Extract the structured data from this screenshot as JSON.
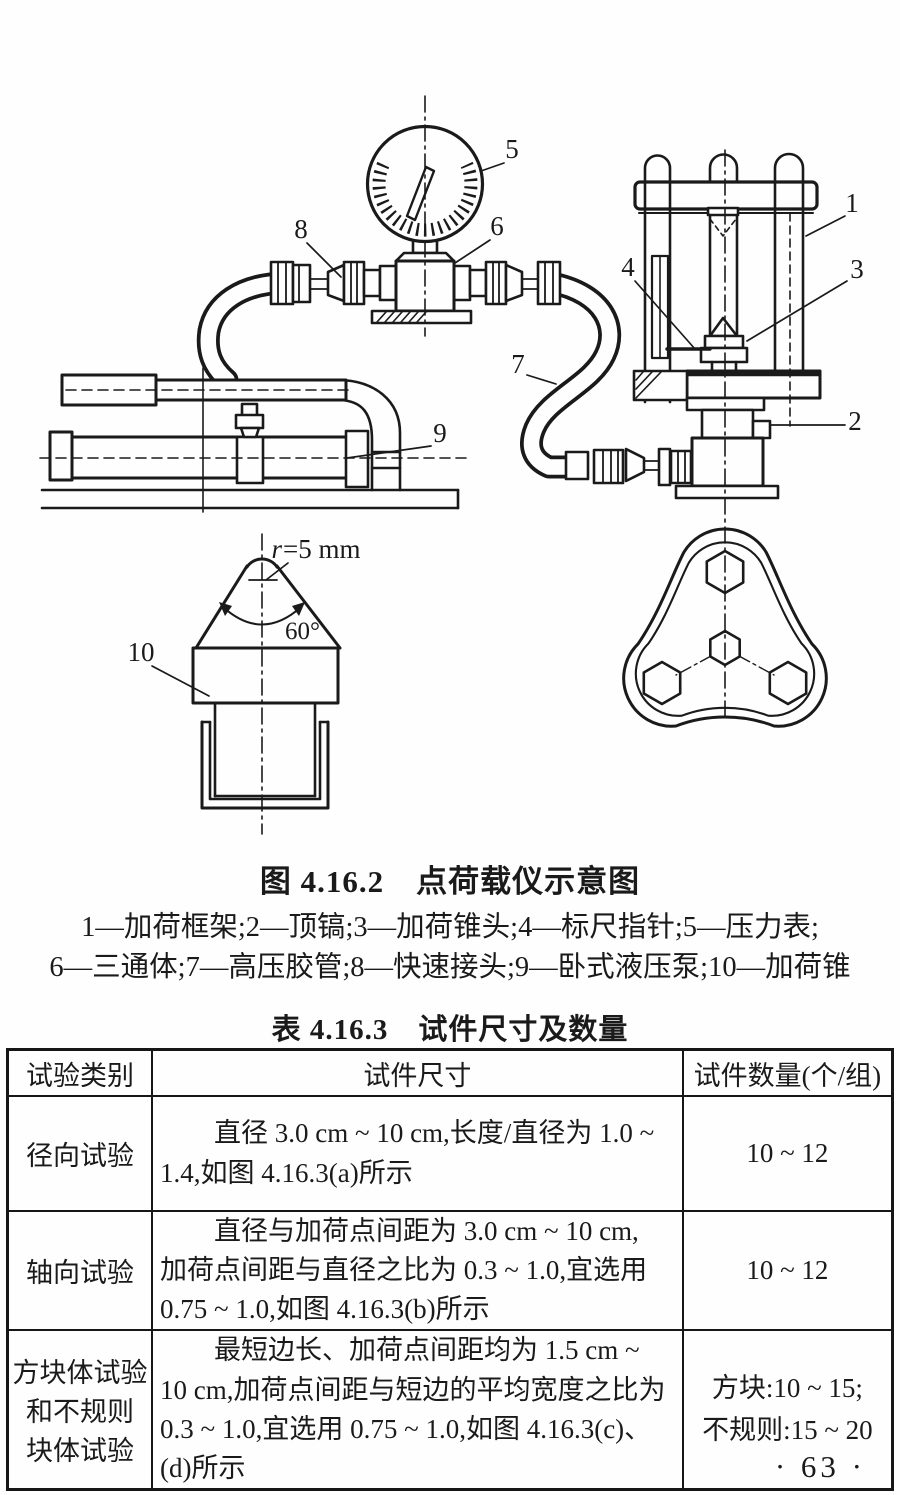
{
  "figure": {
    "caption_title": "图 4.16.2　点荷载仪示意图",
    "caption_parts_line1": "1—加荷框架;2—顶镐;3—加荷锥头;4—标尺指针;5—压力表;",
    "caption_parts_line2": "6—三通体;7—高压胶管;8—快速接头;9—卧式液压泵;10—加荷锥",
    "part_labels": {
      "n1": "1",
      "n2": "2",
      "n3": "3",
      "n4": "4",
      "n5": "5",
      "n6": "6",
      "n7": "7",
      "n8": "8",
      "n9": "9",
      "n10": "10"
    },
    "annotations": {
      "radius_symbol": "r",
      "radius_value": "=5 mm",
      "cone_angle": "60°"
    },
    "parts_semantic": {
      "1": "加荷框架",
      "2": "顶镐",
      "3": "加荷锥头",
      "4": "标尺指针",
      "5": "压力表",
      "6": "三通体",
      "7": "高压胶管",
      "8": "快速接头",
      "9": "卧式液压泵",
      "10": "加荷锥"
    },
    "ink_color": "#1a1a1a"
  },
  "table": {
    "title": "表 4.16.3　试件尺寸及数量",
    "headers": [
      "试验类别",
      "试件尺寸",
      "试件数量(个/组)"
    ],
    "rows": [
      {
        "category": "径向试验",
        "size": "直径 3.0 cm ~ 10 cm,长度/直径为 1.0 ~ 1.4,如图 4.16.3(a)所示",
        "quantity": "10 ~ 12"
      },
      {
        "category": "轴向试验",
        "size": "直径与加荷点间距为 3.0 cm ~ 10 cm,加荷点间距与直径之比为 0.3 ~ 1.0,宜选用 0.75 ~ 1.0,如图 4.16.3(b)所示",
        "quantity": "10 ~ 12"
      },
      {
        "category_lines": [
          "方块体试验",
          "和不规则",
          "块体试验"
        ],
        "size": "最短边长、加荷点间距均为 1.5 cm ~ 10 cm,加荷点间距与短边的平均宽度之比为 0.3 ~ 1.0,宜选用 0.75 ~ 1.0,如图 4.16.3(c)、(d)所示",
        "quantity_lines": [
          "方块:10 ~ 15;",
          "不规则:15 ~ 20"
        ]
      }
    ]
  },
  "page_number": "· 63 ·"
}
